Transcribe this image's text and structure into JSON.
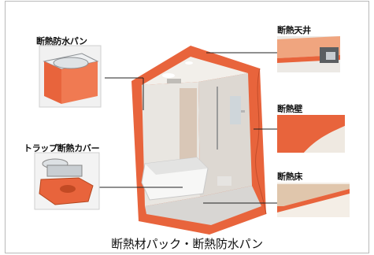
{
  "labels": {
    "bathtub": "断熱防水パン",
    "trap": "トラップ断熱カバー",
    "ceiling": "断熱天井",
    "wall": "断熱壁",
    "floor": "断熱床"
  },
  "caption": "断熱材パック・断熱防水パン",
  "colors": {
    "insulation": "#e8643c",
    "room_wall": "#e7e3de",
    "floor": "#d8d6d3",
    "leader_line": "#222222"
  }
}
